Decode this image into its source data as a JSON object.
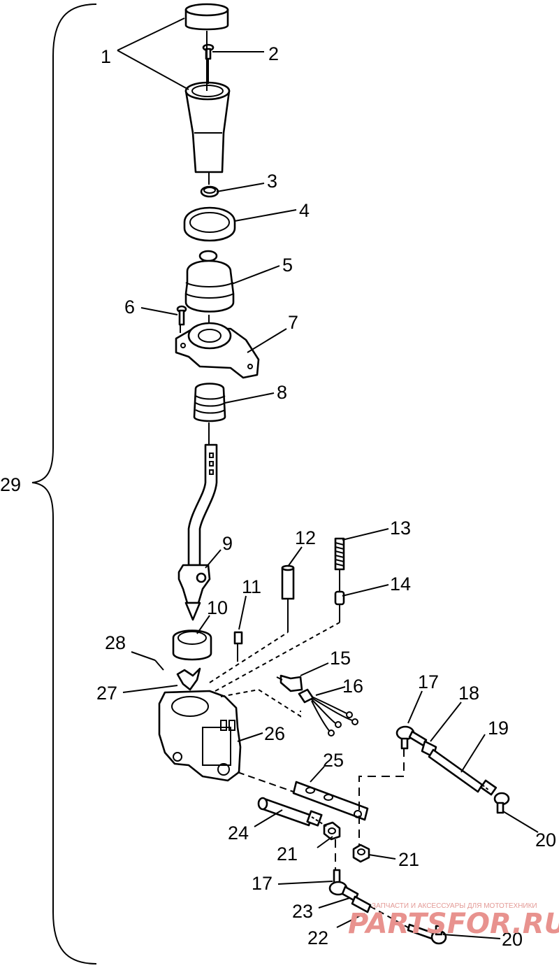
{
  "callouts": {
    "c1": "1",
    "c2": "2",
    "c3": "3",
    "c4": "4",
    "c5": "5",
    "c6": "6",
    "c7": "7",
    "c8": "8",
    "c9": "9",
    "c10": "10",
    "c11": "11",
    "c12": "12",
    "c13": "13",
    "c14": "14",
    "c15": "15",
    "c16": "16",
    "c17a": "17",
    "c17b": "17",
    "c18": "18",
    "c19": "19",
    "c20a": "20",
    "c20b": "20",
    "c21a": "21",
    "c21b": "21",
    "c22": "22",
    "c23": "23",
    "c24": "24",
    "c25": "25",
    "c26": "26",
    "c27": "27",
    "c28": "28",
    "c29": "29"
  },
  "watermark": {
    "tagline": "ЗАПЧАСТИ И АКСЕССУАРЫ ДЛЯ МОТОТЕХНИКИ",
    "brand": "PARTSFOR.RU",
    "color": "#e8928e"
  }
}
